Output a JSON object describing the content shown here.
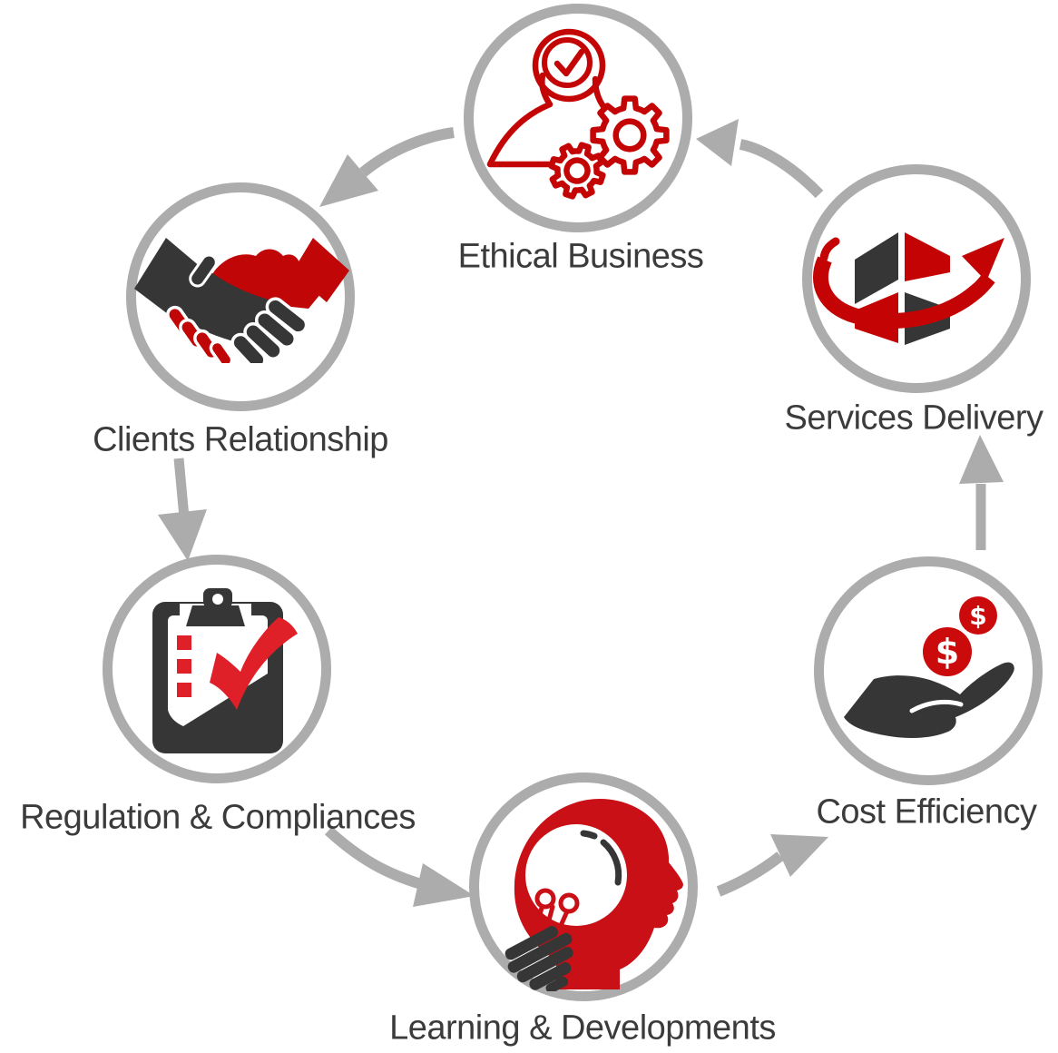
{
  "diagram": {
    "type": "cycle-diagram",
    "background_color": "#FFFFFF",
    "connector_color": "#ACACAC",
    "text_color": "#3B3B3B",
    "palette": {
      "circle_gray": "#ACACAC",
      "arrow_gray": "#ACACAC",
      "icon_dark": "#363636",
      "icon_red": "#C00606",
      "icon_bright_red": "#E02028",
      "head_red": "#C91016",
      "coin_red": "#CB0A0C",
      "text": "#3B3B3B"
    },
    "nodes": [
      {
        "id": "ethical-business",
        "label": "Ethical Business",
        "icon": "person-check-gears-icon"
      },
      {
        "id": "clients-relationship",
        "label": "Clients Relationship",
        "icon": "handshake-icon"
      },
      {
        "id": "regulation-compliances",
        "label": "Regulation & Compliances",
        "icon": "clipboard-check-icon"
      },
      {
        "id": "learning-developments",
        "label": "Learning & Developments",
        "icon": "head-lightbulb-icon"
      },
      {
        "id": "cost-efficiency",
        "label": "Cost Efficiency",
        "icon": "hand-coins-icon",
        "coin_symbol": "$"
      },
      {
        "id": "services-delivery",
        "label": "Services Delivery",
        "icon": "cube-swoosh-arrow-icon"
      }
    ],
    "edges": [
      {
        "from": "services-delivery",
        "to": "ethical-business"
      },
      {
        "from": "ethical-business",
        "to": "clients-relationship"
      },
      {
        "from": "clients-relationship",
        "to": "regulation-compliances"
      },
      {
        "from": "regulation-compliances",
        "to": "learning-developments"
      },
      {
        "from": "learning-developments",
        "to": "cost-efficiency"
      },
      {
        "from": "cost-efficiency",
        "to": "services-delivery"
      }
    ]
  }
}
